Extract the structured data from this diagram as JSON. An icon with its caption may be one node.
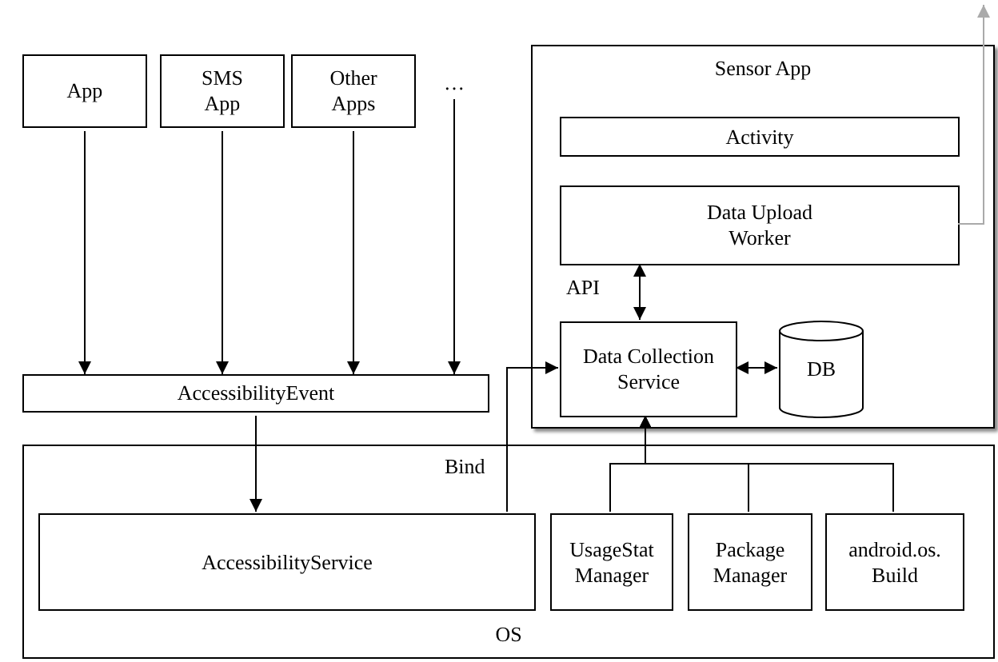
{
  "diagram": {
    "nodes": [
      {
        "text": [
          "App"
        ]
      },
      {
        "text": [
          "SMS App"
        ]
      },
      {
        "text": [
          "Other Apps"
        ]
      },
      {
        "text": [
          "…"
        ]
      },
      {
        "text": [
          "AccessibilityEvent"
        ]
      },
      {
        "text": [
          "Sensor App"
        ]
      },
      {
        "text": [
          "Activity"
        ],
        "in": 5
      },
      {
        "text": [
          "Data Upload Worker"
        ],
        "in": 5
      },
      {
        "text": [
          "Data Collection Service"
        ],
        "in": 5
      },
      {
        "text": [
          "DB"
        ],
        "in": 5
      },
      {
        "text": [
          "OS"
        ]
      },
      {
        "text": [
          "AccessibilityService"
        ],
        "in": 10
      },
      {
        "text": [
          "UsageStat Manager"
        ],
        "in": 10
      },
      {
        "text": [
          "Package Manager"
        ],
        "in": 10
      },
      {
        "text": [
          "android.os. Build"
        ],
        "in": 10
      }
    ],
    "edges": [
      {
        "from": 0,
        "to": 4,
        "arrow": "to"
      },
      {
        "from": 1,
        "to": 4,
        "arrow": "to"
      },
      {
        "from": 2,
        "to": 4,
        "arrow": "to"
      },
      {
        "from": 3,
        "to": 4,
        "arrow": "to"
      },
      {
        "from": 4,
        "to": 11,
        "arrow": "to"
      },
      {
        "from": 11,
        "to": 8,
        "arrow": "to",
        "label": "Bind"
      },
      {
        "from": 7,
        "to": 8,
        "arrow": "both",
        "label": "API"
      },
      {
        "from": 8,
        "to": 9,
        "arrow": "both"
      },
      {
        "from": 12,
        "to": 8,
        "arrow": "to"
      },
      {
        "from": 13,
        "to": 8,
        "arrow": "to"
      },
      {
        "from": 14,
        "to": 8,
        "arrow": "to"
      },
      {
        "from": 7,
        "to": null,
        "arrow": "to",
        "color": "#aaaaaa"
      }
    ]
  }
}
